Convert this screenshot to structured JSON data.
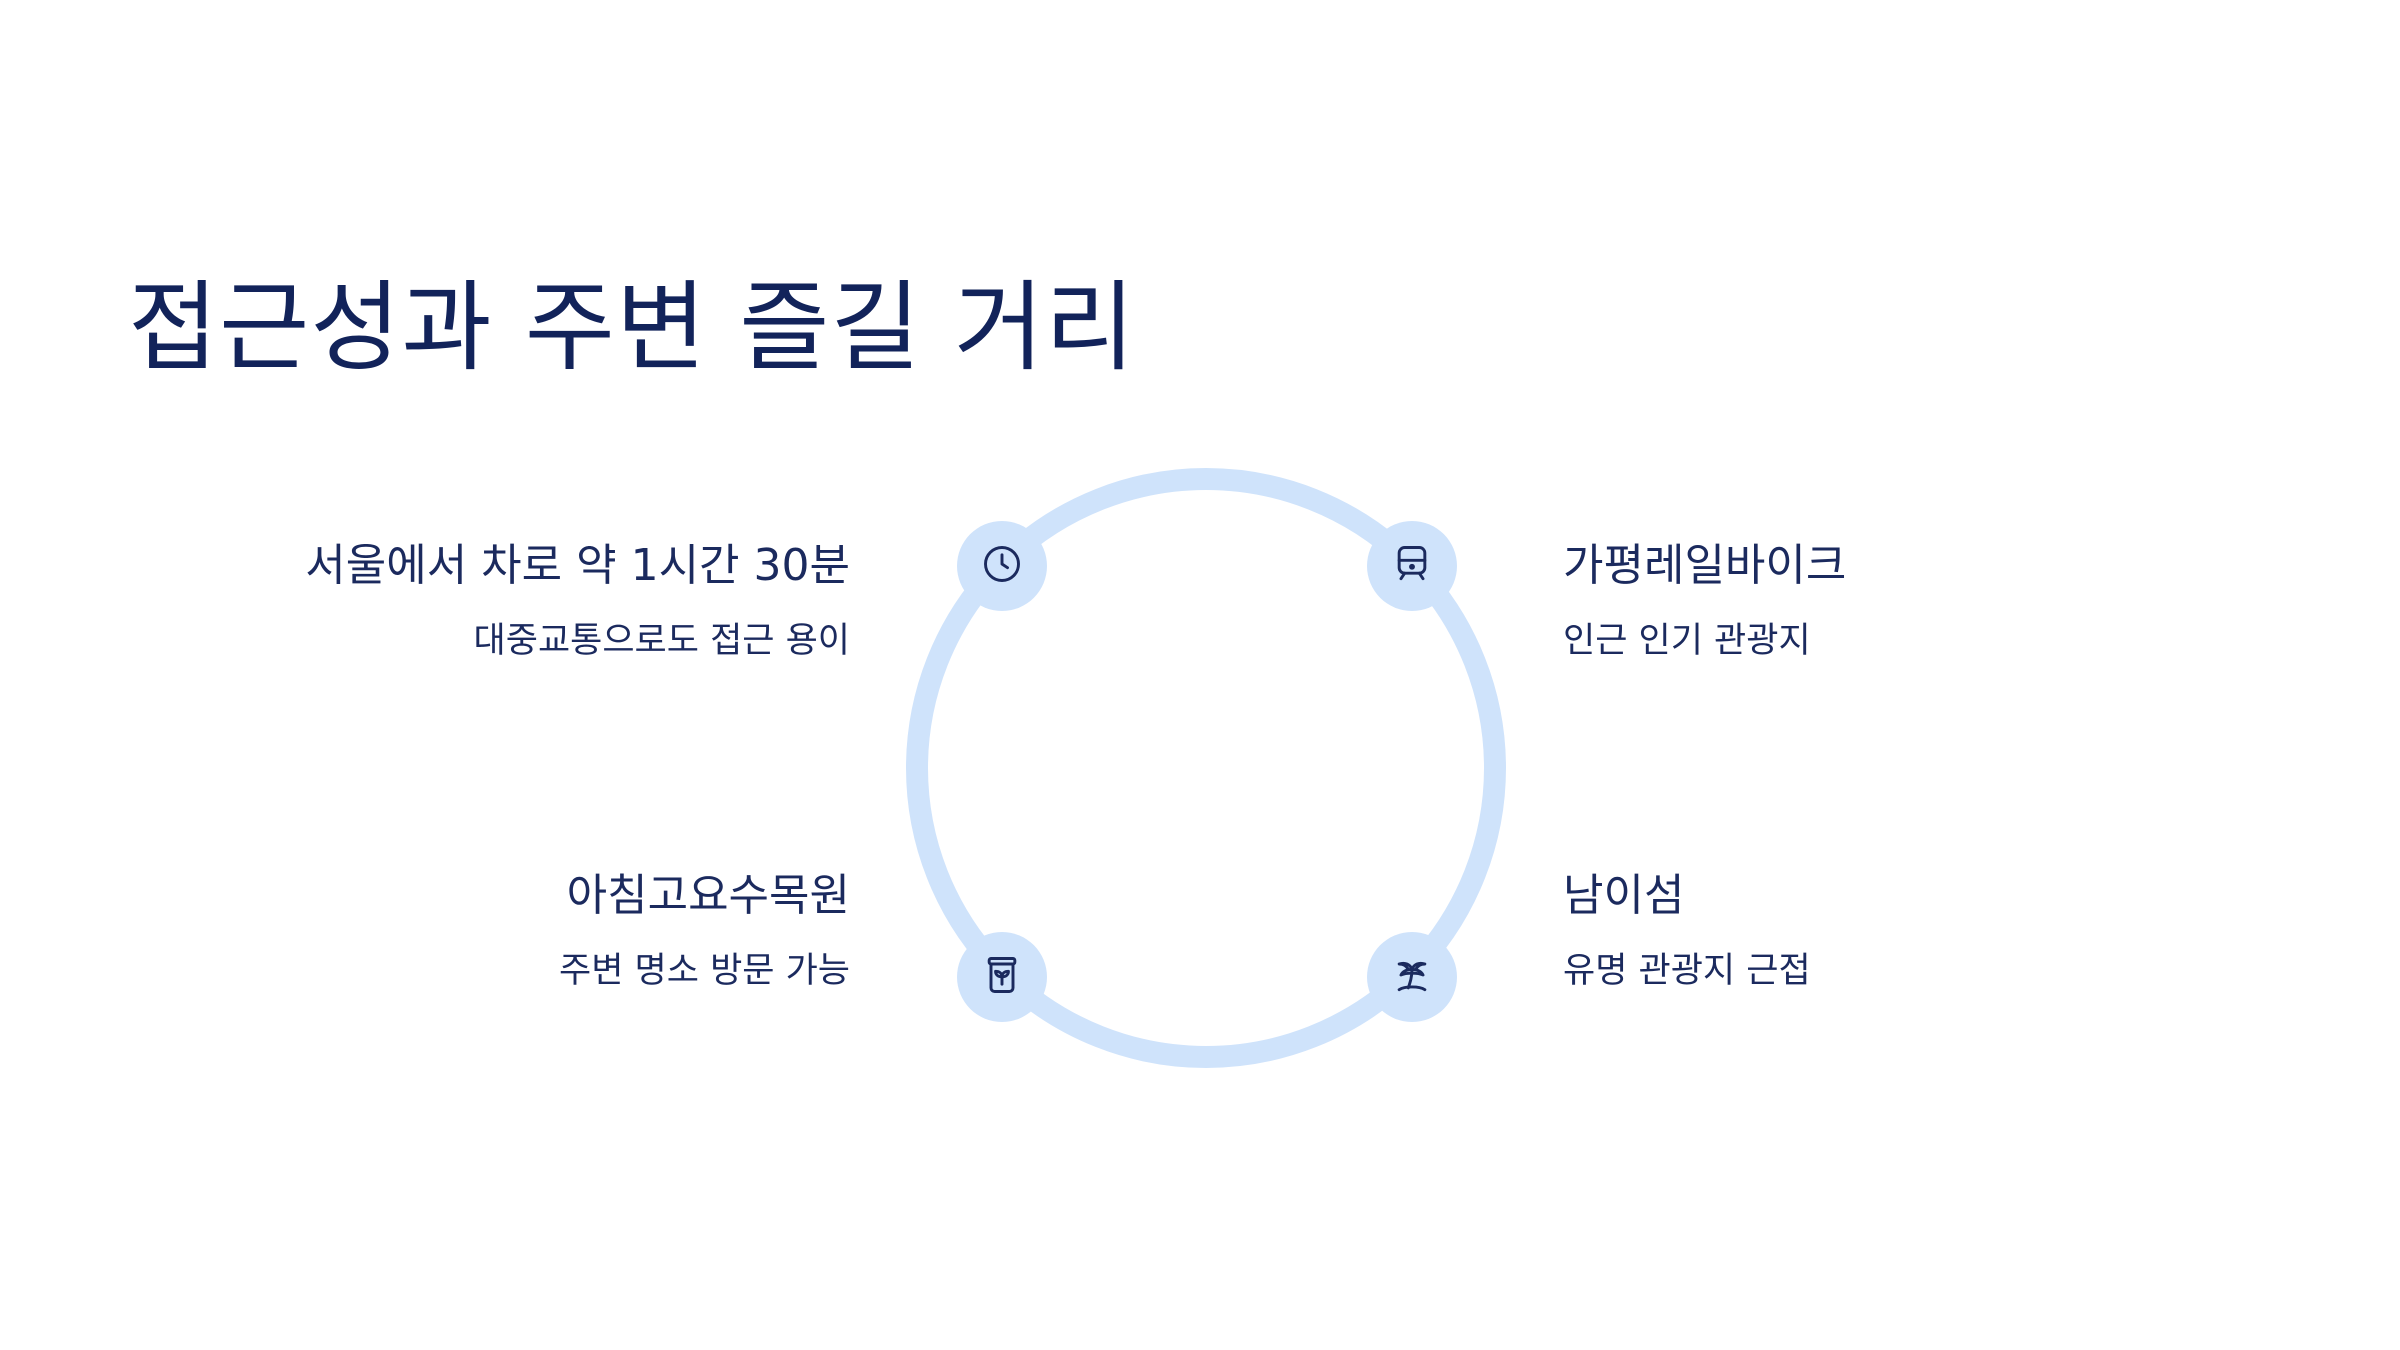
{
  "title": "접근성과 주변 즐길 거리",
  "colors": {
    "ring": "#cfe3fb",
    "text": "#1b2a5e",
    "title": "#12235a"
  },
  "features": [
    {
      "heading": "서울에서 차로 약 1시간 30분",
      "description": "대중교통으로도 접근 용이",
      "icon": "clock-icon"
    },
    {
      "heading": "가평레일바이크",
      "description": "인근 인기 관광지",
      "icon": "train-icon"
    },
    {
      "heading": "아침고요수목원",
      "description": "주변 명소 방문 가능",
      "icon": "plant-pot-icon"
    },
    {
      "heading": "남이섬",
      "description": "유명 관광지 근접",
      "icon": "island-palm-icon"
    }
  ]
}
